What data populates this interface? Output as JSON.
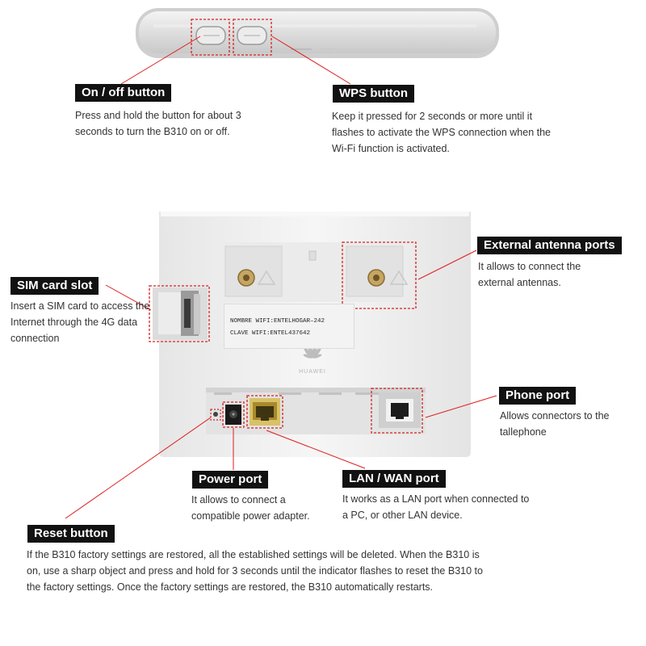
{
  "device": {
    "sticker_line1": "NOMBRE WIFI:ENTELHOGAR–242",
    "sticker_line2": "CLAVE WIFI:ENTEL437642",
    "brand": "HUAWEI"
  },
  "callouts": {
    "on_off": {
      "title": "On / off button",
      "text": "Press and hold the button for about 3 seconds to turn the B310 on or off."
    },
    "wps": {
      "title": "WPS button",
      "text": "Keep it pressed for 2 seconds or more until it flashes to activate the WPS connection when the Wi-Fi function is activated."
    },
    "external_antenna": {
      "title": "External antenna ports",
      "text": "It allows to connect the external antennas."
    },
    "sim_card": {
      "title": "SIM card slot",
      "text": "Insert a SIM card to access the Internet through the 4G data connection"
    },
    "phone_port": {
      "title": "Phone port",
      "text": "Allows connectors to the tallephone"
    },
    "power_port": {
      "title": "Power port",
      "text": "It allows to connect a compatible power adapter."
    },
    "lan_wan": {
      "title": "LAN / WAN port",
      "text": "It works as a LAN port when connected to a PC, or other LAN device."
    },
    "reset": {
      "title": "Reset button",
      "text": "If the B310 factory settings are restored, all the established settings will be deleted. When the B310 is on, use a sharp object and press and hold for 3 seconds until the indicator flashes to reset the B310 to the factory settings. Once the factory settings are restored, the B310 automatically restarts."
    }
  },
  "colors": {
    "leader_line": "#e01c1c",
    "highlight_box": "#d62020",
    "label_bg": "#111111",
    "label_text": "#ffffff",
    "body_text": "#333333",
    "device_body": "#f1f1f1"
  }
}
